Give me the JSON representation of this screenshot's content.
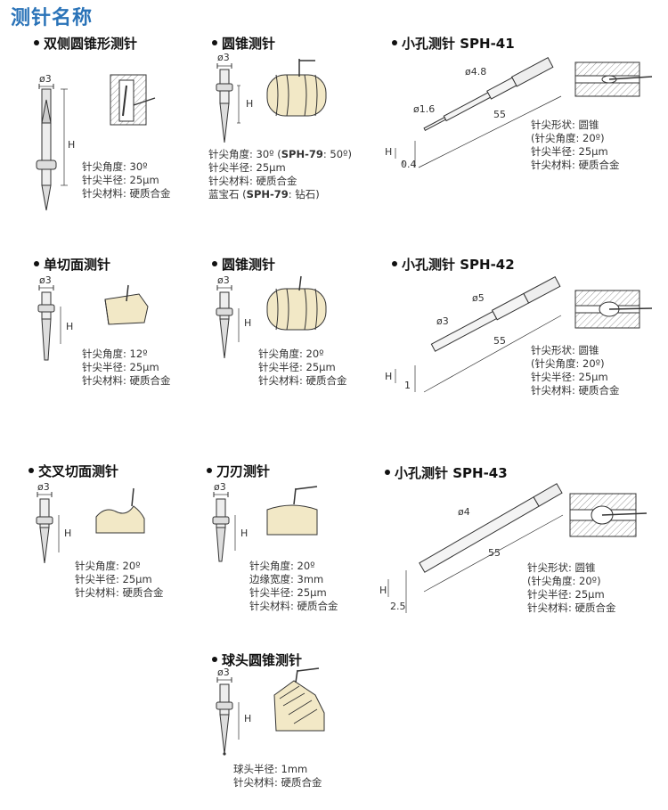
{
  "page_title": "测针名称",
  "common": {
    "d3": "ø3",
    "h": "H"
  },
  "sections": {
    "double_cone": {
      "title": "双侧圆锥形测针",
      "specs": [
        "针尖角度: 30º",
        "针尖半径: 25μm",
        "针尖材料: 硬质合金"
      ]
    },
    "cone_a": {
      "title": "圆锥测针",
      "spec1_pre": "针尖角度: 30º (",
      "spec1_bold": "SPH-79",
      "spec1_post": ": 50º)",
      "spec2": "针尖半径: 25μm",
      "spec3": "针尖材料: 硬质合金",
      "spec4_pre": "蓝宝石 (",
      "spec4_bold": "SPH-79",
      "spec4_post": ": 钻石)"
    },
    "sph41": {
      "title_pre": "小孔测针 ",
      "title_bold": "SPH-41",
      "dims": {
        "d48": "ø4.8",
        "d16": "ø1.6",
        "len": "55",
        "h": "H",
        "t": "0.4"
      },
      "specs": [
        "针尖形状: 圆锥",
        "(针尖角度: 20º)",
        "针尖半径: 25μm",
        "针尖材料: 硬质合金"
      ]
    },
    "single_cut": {
      "title": "单切面测针",
      "specs": [
        "针尖角度: 12º",
        "针尖半径: 25μm",
        "针尖材料: 硬质合金"
      ]
    },
    "cone_b": {
      "title": "圆锥测针",
      "specs": [
        "针尖角度: 20º",
        "针尖半径: 25μm",
        "针尖材料: 硬质合金"
      ]
    },
    "sph42": {
      "title_pre": "小孔测针 ",
      "title_bold": "SPH-42",
      "dims": {
        "d5": "ø5",
        "d3": "ø3",
        "len": "55",
        "h": "H",
        "t": "1"
      },
      "specs": [
        "针尖形状: 圆锥",
        "(针尖角度: 20º)",
        "针尖半径: 25μm",
        "针尖材料: 硬质合金"
      ]
    },
    "cross_cut": {
      "title": "交叉切面测针",
      "specs": [
        "针尖角度: 20º",
        "针尖半径: 25μm",
        "针尖材料: 硬质合金"
      ]
    },
    "knife": {
      "title": "刀刃测针",
      "specs": [
        "针尖角度: 20º",
        "边缘宽度: 3mm",
        "针尖半径: 25μm",
        "针尖材料: 硬质合金"
      ]
    },
    "sph43": {
      "title_pre": "小孔测针 ",
      "title_bold": "SPH-43",
      "dims": {
        "d4": "ø4",
        "len": "55",
        "h": "H",
        "t": "2.5"
      },
      "specs": [
        "针尖形状: 圆锥",
        "(针尖角度: 20º)",
        "针尖半径: 25μm",
        "针尖材料: 硬质合金"
      ]
    },
    "ball_cone": {
      "title": "球头圆锥测针",
      "specs": [
        "球头半径: 1mm",
        "针尖材料: 硬质合金"
      ]
    }
  },
  "colors": {
    "title_blue": "#2a73b8",
    "shape_fill": "#f2e8c6",
    "hatch": "#aaaaaa"
  }
}
